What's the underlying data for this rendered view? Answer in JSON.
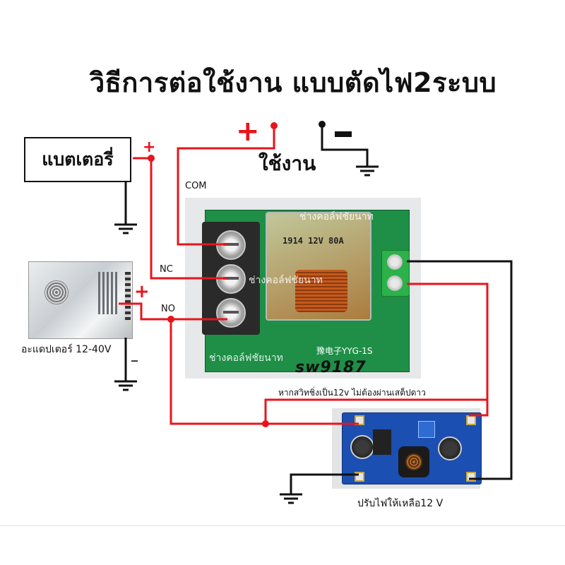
{
  "title": "วิธีการต่อใช้งาน แบบตัดไฟ2ระบบ",
  "battery": {
    "label": "แบตเตอรี่",
    "plus": "+"
  },
  "load": {
    "label": "ใช้งาน",
    "plus": "+",
    "minus": "-"
  },
  "relay": {
    "com": "COM",
    "nc": "NC",
    "no": "NO",
    "coil_marking": "1914  12V  80A",
    "board_marking": "豫电子YYG-1S",
    "model": "sw9187",
    "watermark": "ช่างคอล์ฟชัยนาท"
  },
  "adapter": {
    "label": "อะแดปเตอร์ 12-40V",
    "plus": "+",
    "minus": "_"
  },
  "note": "หากสวิทชิ่งเป็น12v ไม่ต้องผ่านเสต็ปดาว",
  "buck": {
    "label": "ปรับไฟให้เหลือ12 V"
  },
  "colors": {
    "positive_wire": "#e8141c",
    "ground_wire": "#111111",
    "pcb_green": "#1f8f47",
    "buck_blue": "#1b4fb1"
  }
}
